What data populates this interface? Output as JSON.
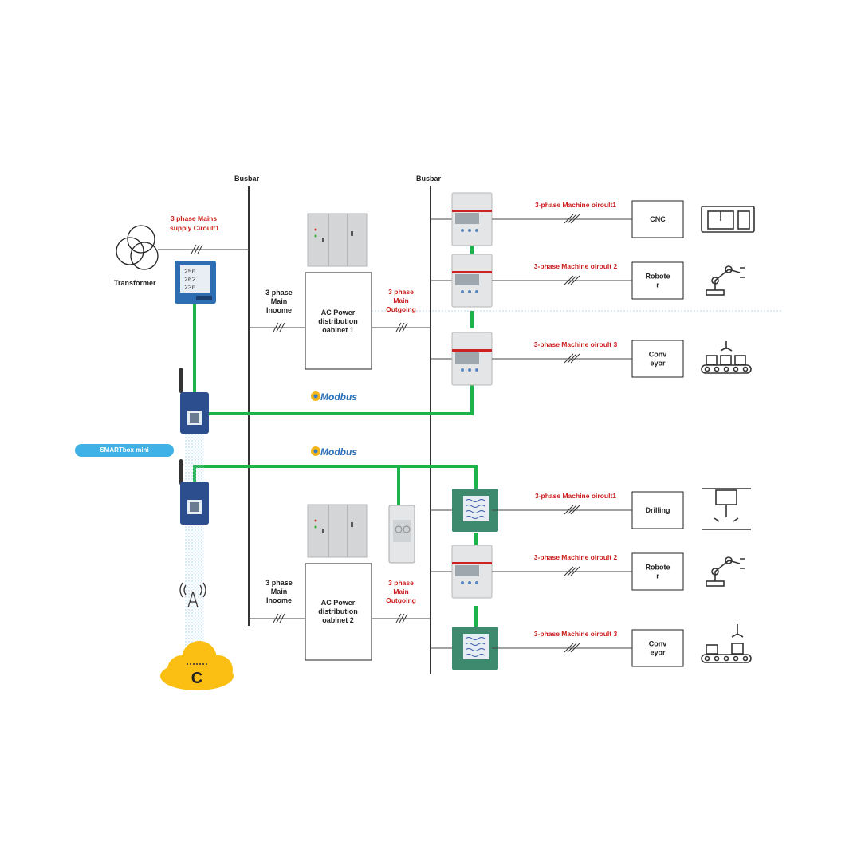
{
  "labels": {
    "busbar_left": "Busbar",
    "busbar_right": "Busbar",
    "mains_l1": "3 phase Mains",
    "mains_l2": "supply Ciroult1",
    "transformer": "Transformer",
    "smartbox": "SMARTbox mini",
    "modbus_top": "Modbus",
    "modbus_bottom": "Modbus"
  },
  "cabinets": [
    {
      "incoming": [
        "3 phase",
        "Main",
        "Inoome"
      ],
      "title": [
        "AC Power",
        "distribution",
        "oabinet  1"
      ],
      "outgoing": [
        "3 phase",
        "Main",
        "Outgoing"
      ]
    },
    {
      "incoming": [
        "3 phase",
        "Main",
        "Inoome"
      ],
      "title": [
        "AC Power",
        "distribution",
        "oabinet  2"
      ],
      "outgoing": [
        "3 phase",
        "Main",
        "Outgoing"
      ]
    }
  ],
  "circuits": [
    {
      "label": "3-phase Machine oiroult1",
      "machine": [
        "CNC"
      ],
      "icon": "cnc-machine-icon",
      "meter": "grey"
    },
    {
      "label": "3-phase Machine oiroult 2",
      "machine": [
        "Robote",
        "r"
      ],
      "icon": "robot-arm-icon",
      "meter": "grey"
    },
    {
      "label": "3-phase Machine oiroult 3",
      "machine": [
        "Conv",
        "eyor"
      ],
      "icon": "conveyor-icon",
      "meter": "grey"
    },
    {
      "label": "3-phase Machine oiroult1",
      "machine": [
        "Drilling"
      ],
      "icon": "drilling-machine-icon",
      "meter": "green"
    },
    {
      "label": "3-phase Machine oiroult 2",
      "machine": [
        "Robote",
        "r"
      ],
      "icon": "robot-arm-icon",
      "meter": "grey"
    },
    {
      "label": "3-phase Machine oiroult 3",
      "machine": [
        "Conv",
        "eyor"
      ],
      "icon": "packaging-conveyor-icon",
      "meter": "green"
    }
  ],
  "cloud_symbol": "C",
  "colors": {
    "data_link": "#1db34a",
    "annotation": "#cc1b1b",
    "cloud": "#fbbf14",
    "smartbox": "#2c4e8f",
    "pill": "#3fb1e6",
    "modbus": "#2a6fb8"
  }
}
